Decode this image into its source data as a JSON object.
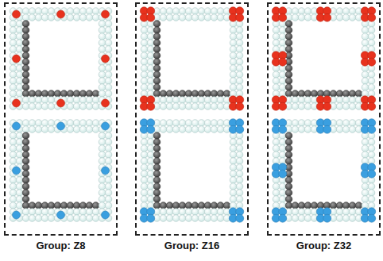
{
  "diagram": {
    "nodes": [
      {
        "text": [
          "Group: Z8"
        ]
      },
      {
        "text": [
          "Group: Z16"
        ]
      },
      {
        "text": [
          "Group: Z32"
        ]
      }
    ]
  }
}
